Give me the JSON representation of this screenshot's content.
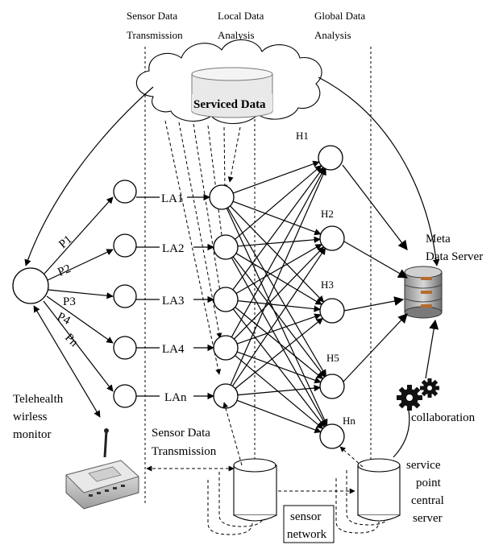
{
  "headers": {
    "sensor_tx": [
      "Sensor Data",
      "Transmission"
    ],
    "local": [
      "Local Data",
      "Analysis"
    ],
    "global": [
      "Global Data",
      "Analysis"
    ]
  },
  "cloud": {
    "label": "Serviced Data"
  },
  "patients": [
    "P1",
    "P2",
    "P3",
    "P4",
    "Pn"
  ],
  "local_nodes": [
    "LA1",
    "LA2",
    "LA3",
    "LA4",
    "LAn"
  ],
  "global_nodes": [
    "H1",
    "H2",
    "H3",
    "H5",
    "Hn"
  ],
  "meta_server": [
    "Meta",
    "Data Server"
  ],
  "telehealth": [
    "Telehealth",
    "wirless",
    "monitor"
  ],
  "sensor_tx_bottom": [
    "Sensor Data",
    "Transmission"
  ],
  "sensor_network": [
    "sensor",
    "network"
  ],
  "collaboration": "collaboration",
  "service_point": [
    "service",
    "point",
    "central",
    "server"
  ]
}
